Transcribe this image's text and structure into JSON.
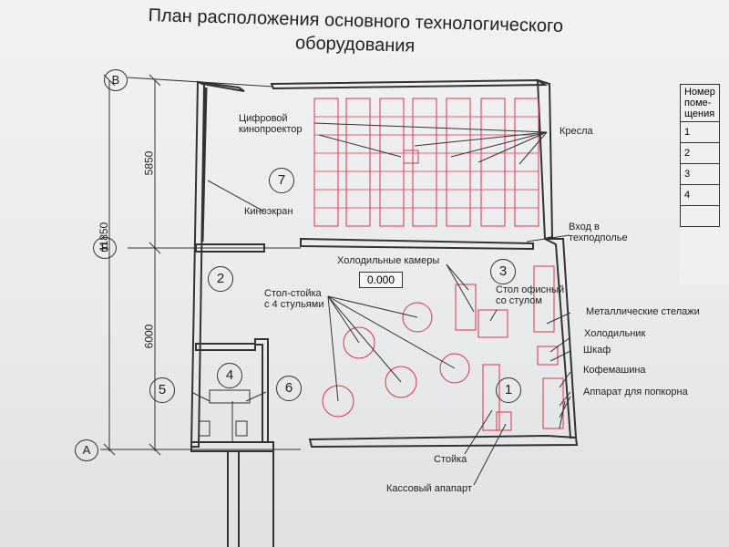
{
  "title": {
    "line1": "План расположения основного технологического",
    "line2": "оборудования"
  },
  "axes": {
    "b": "В",
    "bb": "Б",
    "a": "А"
  },
  "dimensions": {
    "total": "11850",
    "upper": "5850",
    "lower": "6000"
  },
  "level": "0.000",
  "rooms": {
    "r1": "1",
    "r2": "2",
    "r3": "3",
    "r4": "4",
    "r5": "5",
    "r6": "6",
    "r7": "7"
  },
  "labels": {
    "projector": "Цифровой\nкинопроектор",
    "chairs": "Кресла",
    "screen": "Киноэкран",
    "tech_entry": "Вход в\nтехподполье",
    "cold_rooms": "Холодильные камеры",
    "bar_table": "Стол-стойка\nс 4 стульями",
    "office_desk": "Стол офисный\nсо стулом",
    "shelves": "Металлические стелажи",
    "fridge": "Холодильник",
    "cabinet": "Шкаф",
    "coffee": "Кофемашина",
    "popcorn": "Аппарат для попкорна",
    "counter": "Стойка",
    "register": "Кассовый апапарт"
  },
  "table": {
    "header": "Номер\nпоме-\nщения",
    "rows": [
      "1",
      "2",
      "3",
      "4"
    ]
  }
}
